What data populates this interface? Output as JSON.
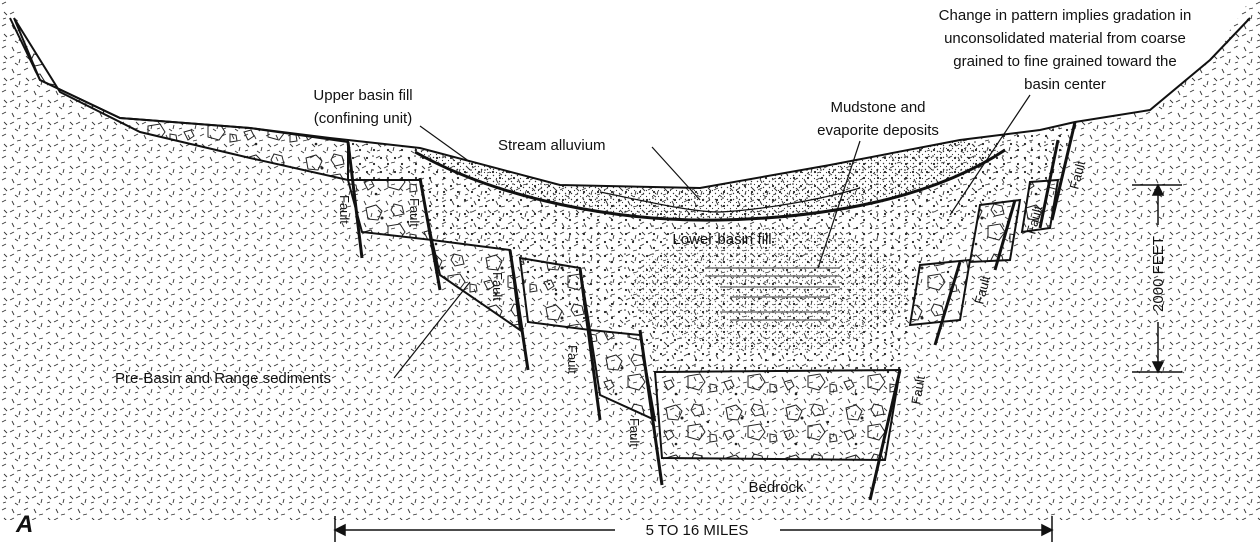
{
  "figure": {
    "panel_letter": "A",
    "labels": {
      "gradation_note": [
        "Change in pattern implies gradation in",
        "unconsolidated material from coarse",
        "grained to fine grained toward the",
        "basin center"
      ],
      "upper_basin_fill": [
        "Upper basin fill",
        "(confining unit)"
      ],
      "stream_alluvium": "Stream alluvium",
      "mudstone": [
        "Mudstone and",
        "evaporite deposits"
      ],
      "lower_basin_fill": "Lower basin fill",
      "pre_basin": "Pre-Basin and Range sediments",
      "bedrock": "Bedrock",
      "fault": "Fault"
    },
    "scales": {
      "vertical": "2000 FEET",
      "horizontal": "5 TO 16 MILES"
    },
    "colors": {
      "ink": "#111111",
      "paper": "#ffffff"
    }
  }
}
